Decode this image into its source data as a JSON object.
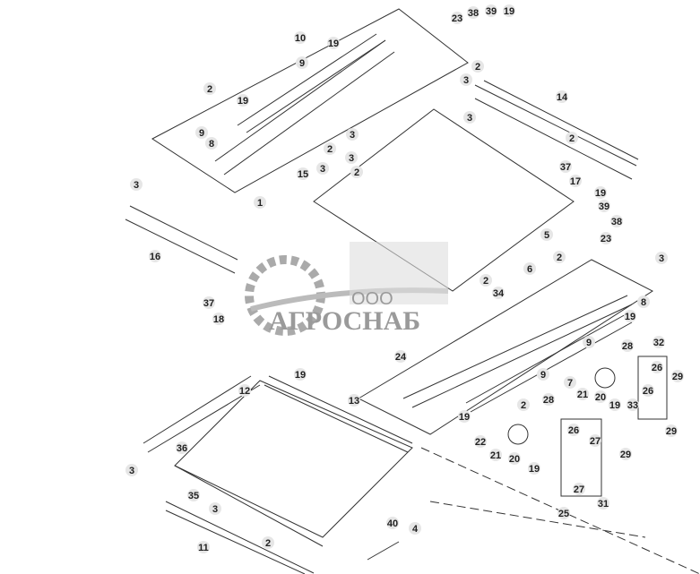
{
  "diagram": {
    "watermark": {
      "prefix": "ООО",
      "name": "АГРОСНАБ"
    },
    "callouts": [
      "10",
      "19",
      "9",
      "2",
      "19",
      "9",
      "8",
      "3",
      "2",
      "3",
      "3",
      "15",
      "2",
      "1",
      "23",
      "38",
      "39",
      "19",
      "2",
      "3",
      "14",
      "3",
      "2",
      "37",
      "17",
      "19",
      "39",
      "38",
      "23",
      "5",
      "2",
      "3",
      "16",
      "37",
      "18",
      "2",
      "34",
      "6",
      "3",
      "8",
      "19",
      "9",
      "9",
      "28",
      "32",
      "7",
      "26",
      "21",
      "20",
      "19",
      "33",
      "29",
      "26",
      "29",
      "24",
      "19",
      "12",
      "13",
      "2",
      "28",
      "19",
      "22",
      "21",
      "20",
      "19",
      "26",
      "27",
      "29",
      "27",
      "31",
      "25",
      "36",
      "3",
      "35",
      "3",
      "40",
      "4",
      "2",
      "11"
    ],
    "colors": {
      "line": "#333333",
      "callout_bg": "#e6e6e6",
      "watermark": "#9a9a9a"
    }
  }
}
